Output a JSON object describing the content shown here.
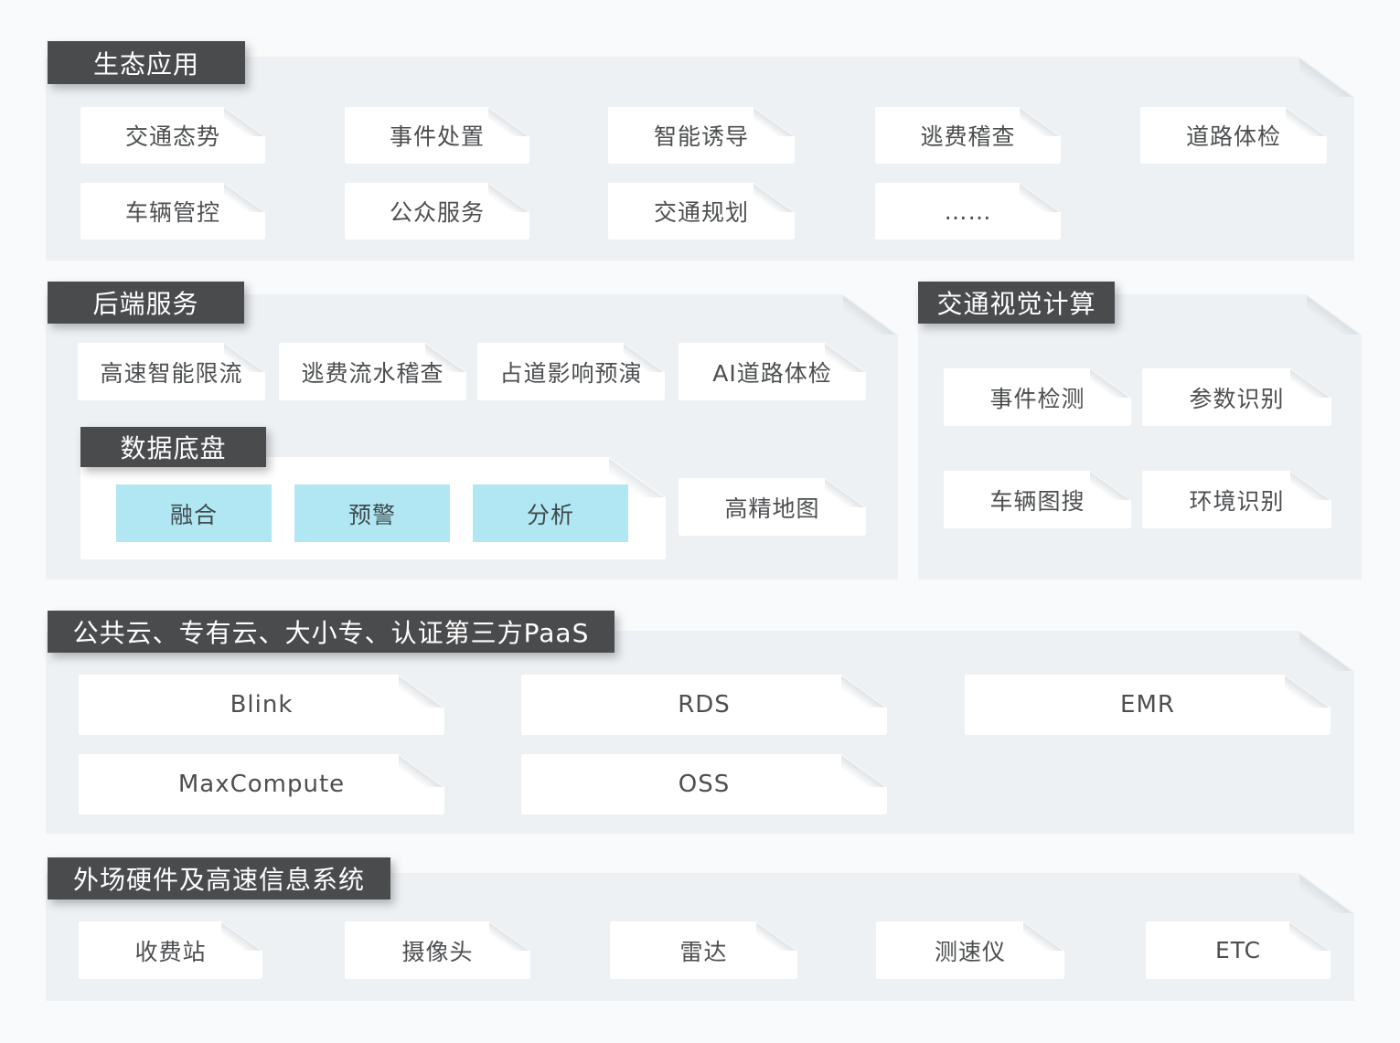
{
  "colors": {
    "page_bg": "#f9fafb",
    "panel_bg": "#edf1f4",
    "tab_bg": "#4a4b4d",
    "tab_text": "#ffffff",
    "card_bg": "#ffffff",
    "card_text": "#4c4e50",
    "highlight_card_bg": "#b1e7f2"
  },
  "sections": {
    "eco_apps": {
      "title": "生态应用",
      "cards": [
        "交通态势",
        "事件处置",
        "智能诱导",
        "逃费稽查",
        "道路体检",
        "车辆管控",
        "公众服务",
        "交通规划",
        "……"
      ]
    },
    "backend_services": {
      "title": "后端服务",
      "cards": [
        "高速智能限流",
        "逃费流水稽查",
        "占道影响预演",
        "AI道路体检"
      ],
      "data_chassis": {
        "title": "数据底盘",
        "cards": [
          "融合",
          "预警",
          "分析"
        ]
      },
      "hd_map_card": "高精地图"
    },
    "traffic_vision": {
      "title": "交通视觉计算",
      "cards": [
        "事件检测",
        "参数识别",
        "车辆图搜",
        "环境识别"
      ]
    },
    "paas": {
      "title": "公共云、专有云、大小专、认证第三方PaaS",
      "cards": [
        "Blink",
        "RDS",
        "EMR",
        "MaxCompute",
        "OSS"
      ]
    },
    "field_hardware": {
      "title": "外场硬件及高速信息系统",
      "cards": [
        "收费站",
        "摄像头",
        "雷达",
        "测速仪",
        "ETC"
      ]
    }
  }
}
